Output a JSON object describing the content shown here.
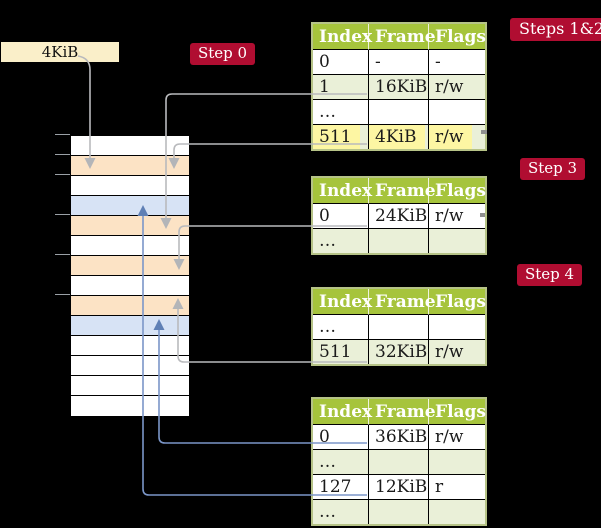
{
  "figure": {
    "background": "#000000",
    "subject": "page table translation diagram"
  },
  "frame_label": {
    "text": "4KiB"
  },
  "badges": {
    "step0": "Step 0",
    "steps12": "Steps 1&2",
    "step3": "Step 3",
    "step4": "Step 4"
  },
  "memory_column": {
    "row_colors": [
      "white",
      "orange",
      "white",
      "blue",
      "orange",
      "white",
      "orange",
      "white",
      "orange",
      "blue",
      "white",
      "white",
      "white",
      "white"
    ],
    "tick_count": 6
  },
  "palette": {
    "badge_red": "#b00d31",
    "label_cream": "#faefc9",
    "table_header_green": "#a6c43c",
    "table_row_green": "#eaf0d8",
    "row_orange": "#fce3c5",
    "row_blue": "#d7e3f5",
    "highlight_yellow": "#fdf6a3",
    "connector_gray": "#b9babd",
    "connector_blue": "#7b96c8",
    "arrow_gray": "#b3b5b8",
    "arrow_blue": "#5f80b5"
  },
  "tables": [
    {
      "name": "page-table-steps-1-2",
      "columns": [
        "Index",
        "Frame",
        "Flags"
      ],
      "rows": [
        {
          "cells": [
            "0",
            "-",
            "-"
          ],
          "shaded": false,
          "highlight": false
        },
        {
          "cells": [
            "1",
            "16KiB",
            "r/w"
          ],
          "shaded": true,
          "highlight": false
        },
        {
          "cells": [
            "…",
            "",
            ""
          ],
          "shaded": false,
          "highlight": false
        },
        {
          "cells": [
            "511",
            "4KiB",
            "r/w"
          ],
          "shaded": true,
          "highlight": true
        }
      ]
    },
    {
      "name": "page-table-step-3",
      "columns": [
        "Index",
        "Frame",
        "Flags"
      ],
      "rows": [
        {
          "cells": [
            "0",
            "24KiB",
            "r/w"
          ],
          "shaded": false,
          "highlight": false
        },
        {
          "cells": [
            "…",
            "",
            ""
          ],
          "shaded": true,
          "highlight": false
        }
      ]
    },
    {
      "name": "page-table-step-4",
      "columns": [
        "Index",
        "Frame",
        "Flags"
      ],
      "rows": [
        {
          "cells": [
            "…",
            "",
            ""
          ],
          "shaded": false,
          "highlight": false
        },
        {
          "cells": [
            "511",
            "32KiB",
            "r/w"
          ],
          "shaded": true,
          "highlight": false
        }
      ]
    },
    {
      "name": "page-table-final",
      "columns": [
        "Index",
        "Frame",
        "Flags"
      ],
      "rows": [
        {
          "cells": [
            "0",
            "36KiB",
            "r/w"
          ],
          "shaded": false,
          "highlight": false
        },
        {
          "cells": [
            "…",
            "",
            ""
          ],
          "shaded": true,
          "highlight": false
        },
        {
          "cells": [
            "127",
            "12KiB",
            "r"
          ],
          "shaded": false,
          "highlight": false
        },
        {
          "cells": [
            "…",
            "",
            ""
          ],
          "shaded": true,
          "highlight": false
        }
      ]
    }
  ],
  "connectors": [
    {
      "id": "root-4kib-pointer",
      "from": "frame-label-4KiB",
      "to": "memory-row-2",
      "color": "gray"
    },
    {
      "id": "t1-index-1",
      "from": "table1 row index 1 (16KiB)",
      "to": "memory-row-5",
      "color": "gray"
    },
    {
      "id": "t1-index-511",
      "from": "table1 row index 511 (4KiB)",
      "to": "memory-row-2",
      "color": "gray"
    },
    {
      "id": "t2-index-0",
      "from": "table2 row index 0 (24KiB)",
      "to": "memory-row-7",
      "color": "gray"
    },
    {
      "id": "t3-index-511",
      "from": "table3 row index 511 (32KiB)",
      "to": "memory-row-9",
      "color": "gray"
    },
    {
      "id": "t4-index-0",
      "from": "table4 row index 0 (36KiB)",
      "to": "memory-row-10",
      "color": "blue"
    },
    {
      "id": "t4-index-127",
      "from": "table4 row index 127 (12KiB)",
      "to": "memory-row-4",
      "color": "blue"
    }
  ]
}
